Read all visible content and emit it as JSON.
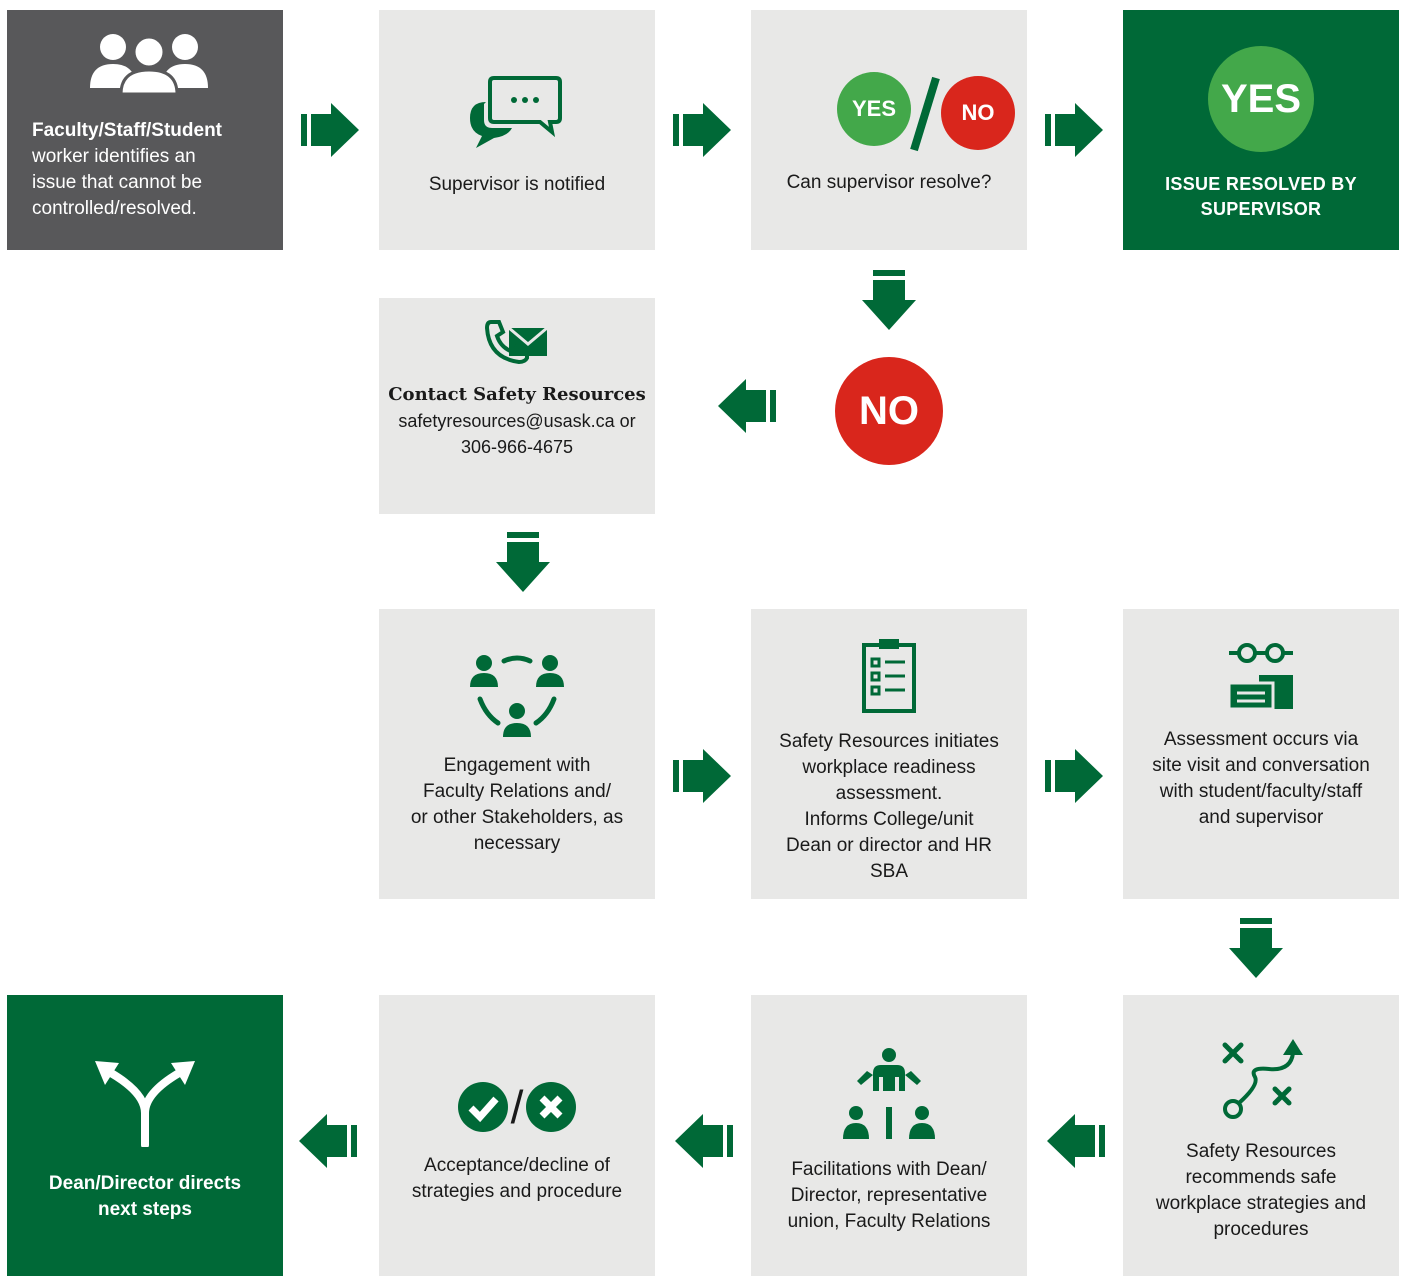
{
  "colors": {
    "green": "#006937",
    "light_green": "#43a84a",
    "red": "#d9261c",
    "grey_box": "#e8e8e7",
    "dark_box": "#58585a"
  },
  "step_worker": {
    "title": "Faculty/Staff/Student",
    "text": "worker identifies an issue that cannot be controlled/resolved.",
    "icon": "group-icon"
  },
  "step_supervisor_notified": {
    "text": "Supervisor is notified",
    "icon": "chat-bubbles-icon"
  },
  "step_can_resolve": {
    "yes": "YES",
    "no": "NO",
    "text": "Can supervisor resolve?"
  },
  "step_resolved": {
    "badge": "YES",
    "text_line1": "ISSUE RESOLVED BY",
    "text_line2": "SUPERVISOR"
  },
  "no_badge": "NO",
  "step_contact": {
    "title": "Contact Safety Resources",
    "line1": "safetyresources@usask.ca or",
    "line2": "306-966-4675",
    "icon": "phone-envelope-icon"
  },
  "step_engagement": {
    "lines": [
      "Engagement with",
      "Faculty Relations and/",
      "or other Stakeholders, as",
      "necessary"
    ],
    "icon": "people-cycle-icon"
  },
  "step_assessment_init": {
    "lines": [
      "Safety Resources initiates",
      "workplace readiness",
      "assessment.",
      "Informs College/unit",
      "Dean or director and HR",
      "SBA"
    ],
    "icon": "clipboard-checklist-icon"
  },
  "step_assessment_visit": {
    "lines": [
      "Assessment occurs via",
      "site visit and conversation",
      "with student/faculty/staff",
      "and supervisor"
    ],
    "icon": "glasses-documents-icon"
  },
  "step_recommend": {
    "lines": [
      "Safety Resources",
      "recommends safe",
      "workplace strategies and",
      "procedures"
    ],
    "icon": "strategy-path-icon"
  },
  "step_facilitation": {
    "lines": [
      "Facilitations with Dean/",
      "Director, representative",
      "union, Faculty Relations"
    ],
    "icon": "hierarchy-people-icon"
  },
  "step_acceptance": {
    "lines": [
      "Acceptance/decline of",
      "strategies and procedure"
    ],
    "icon": "check-cross-icon",
    "slash": "/"
  },
  "step_dean": {
    "line1": "Dean/Director directs",
    "line2": "next steps",
    "icon": "split-arrow-icon"
  }
}
